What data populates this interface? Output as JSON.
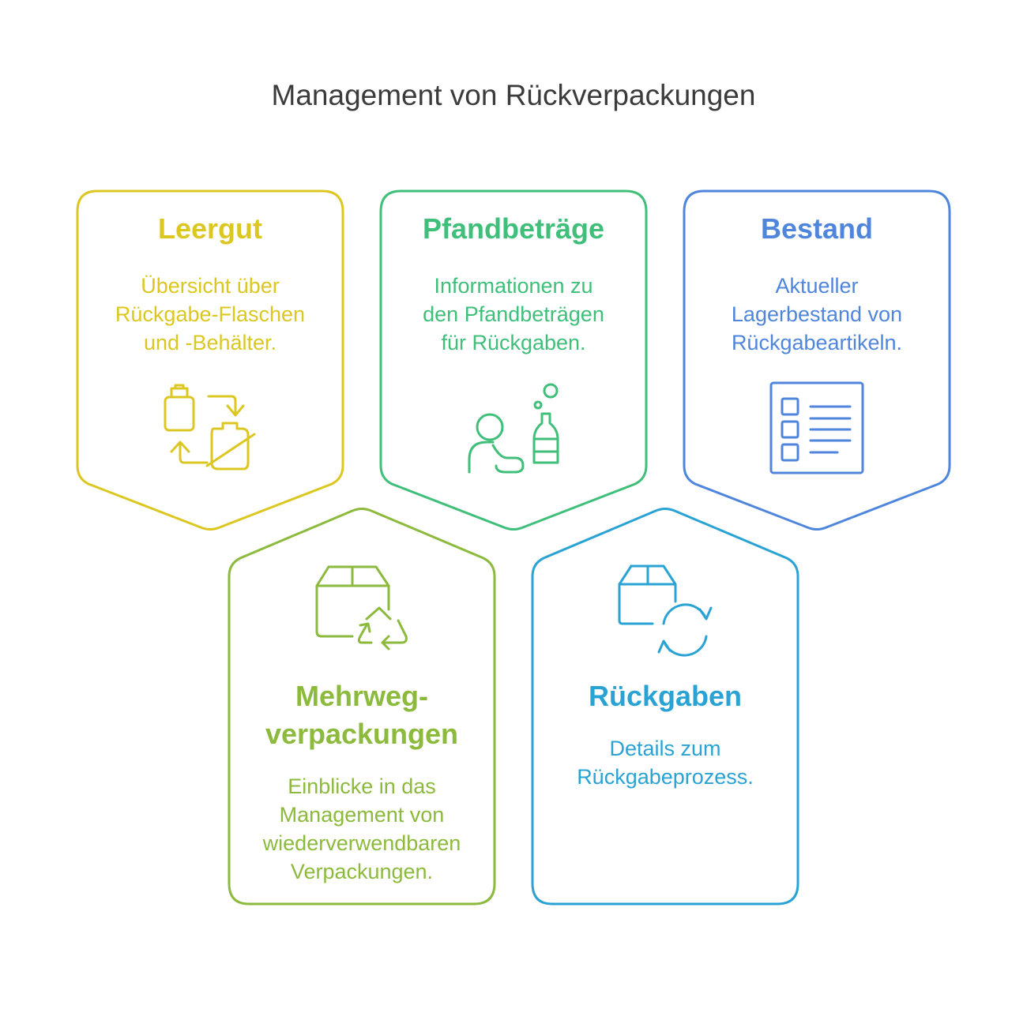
{
  "title": "Management von Rückverpackungen",
  "colors": {
    "leergut": "#dcc721",
    "pfand": "#3fbf7a",
    "bestand": "#4f86dc",
    "mehrweg": "#8cba3c",
    "rueckgaben": "#2aa3d4"
  },
  "cards": {
    "leergut": {
      "title": "Leergut",
      "desc": [
        "Übersicht über",
        "Rückgabe-Flaschen",
        "und -Behälter."
      ],
      "icon": "bottle-recycle-icon"
    },
    "pfand": {
      "title": "Pfandbeträge",
      "desc": [
        "Informationen zu",
        "den Pfandbeträgen",
        "für Rückgaben."
      ],
      "icon": "person-bottle-icon"
    },
    "bestand": {
      "title": "Bestand",
      "desc": [
        "Aktueller",
        "Lagerbestand von",
        "Rückgabeartikeln."
      ],
      "icon": "checklist-icon"
    },
    "mehrweg": {
      "title": [
        "Mehrweg-",
        "verpackungen"
      ],
      "desc": [
        "Einblicke in das",
        "Management von",
        "wiederverwendbaren",
        "Verpackungen."
      ],
      "icon": "box-recycle-icon"
    },
    "rueckgaben": {
      "title": "Rückgaben",
      "desc": [
        "Details zum",
        "Rückgabeprozess."
      ],
      "icon": "box-refresh-icon"
    }
  }
}
